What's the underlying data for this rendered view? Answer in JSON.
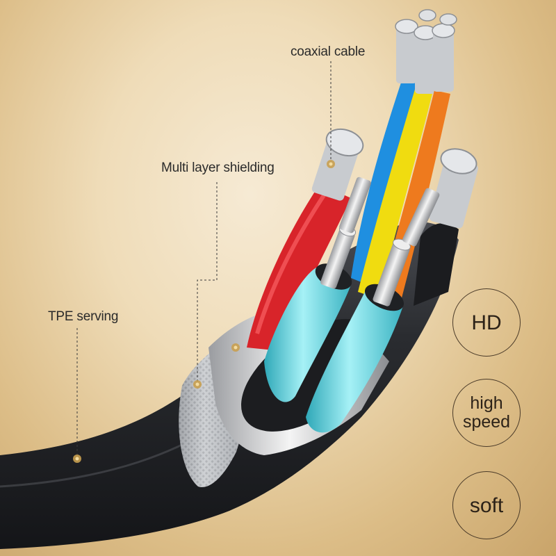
{
  "labels": {
    "coaxial": "coaxial cable",
    "shielding": "Multi layer shielding",
    "tpe": "TPE serving"
  },
  "badges": {
    "hd": "HD",
    "speed_line1": "high",
    "speed_line2": "speed",
    "soft": "soft"
  },
  "colors": {
    "background": "#efdcb8",
    "jacket": "#2a2c30",
    "red_wire": "#d8242a",
    "blue_wire": "#1f8fe0",
    "yellow_wire": "#f0dc10",
    "orange_wire": "#ee7a1e",
    "cyan_tube": "#7fe0ea",
    "gold_dot": "#c9a050"
  }
}
